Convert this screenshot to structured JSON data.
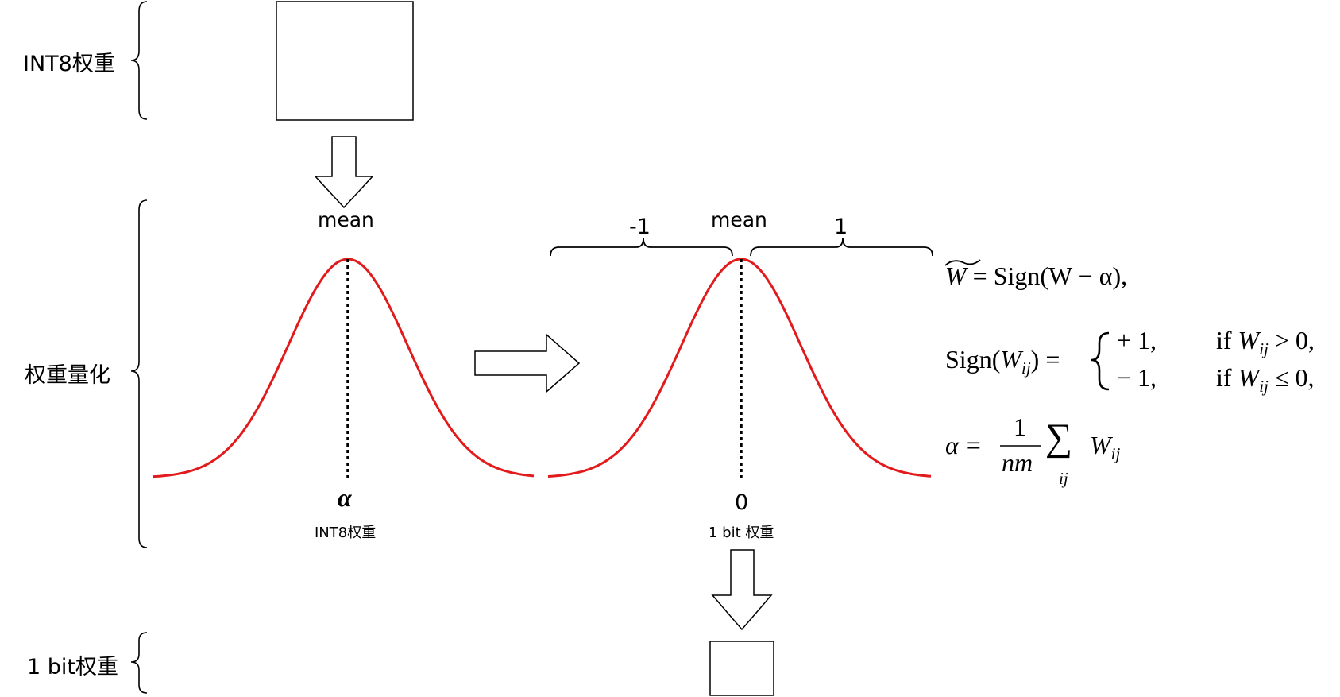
{
  "rows": {
    "top_label": "INT8权重",
    "middle_label": "权重量化",
    "bottom_label": "1 bit权重"
  },
  "left_curve": {
    "peak_label": "mean",
    "center_symbol": "α",
    "caption": "INT8权重"
  },
  "right_curve": {
    "peak_label": "mean",
    "left_region": "-1",
    "right_region": "1",
    "center_value": "0",
    "caption": "1 bit 权重"
  },
  "formulas": {
    "w_tilde_lhs": "W",
    "w_tilde_rhs": "= Sign(W − α),",
    "sign_lhs_fn": "Sign(",
    "sign_lhs_var": "W",
    "sign_lhs_sub": "ij",
    "sign_lhs_close": ") =",
    "case1_value": "+ 1,",
    "case1_cond": "if",
    "case1_var": "W",
    "case1_sub": "ij",
    "case1_rel": "> 0,",
    "case2_value": "− 1,",
    "case2_cond": "if",
    "case2_var": "W",
    "case2_sub": "ij",
    "case2_rel": "≤ 0,",
    "alpha_lhs": "α =",
    "alpha_num": "1",
    "alpha_den": "nm",
    "alpha_sum": "∑",
    "alpha_sum_idx": "ij",
    "alpha_term": "W",
    "alpha_term_sub": "ij"
  },
  "colors": {
    "curve": "#e31a1c",
    "stroke": "#000000"
  }
}
